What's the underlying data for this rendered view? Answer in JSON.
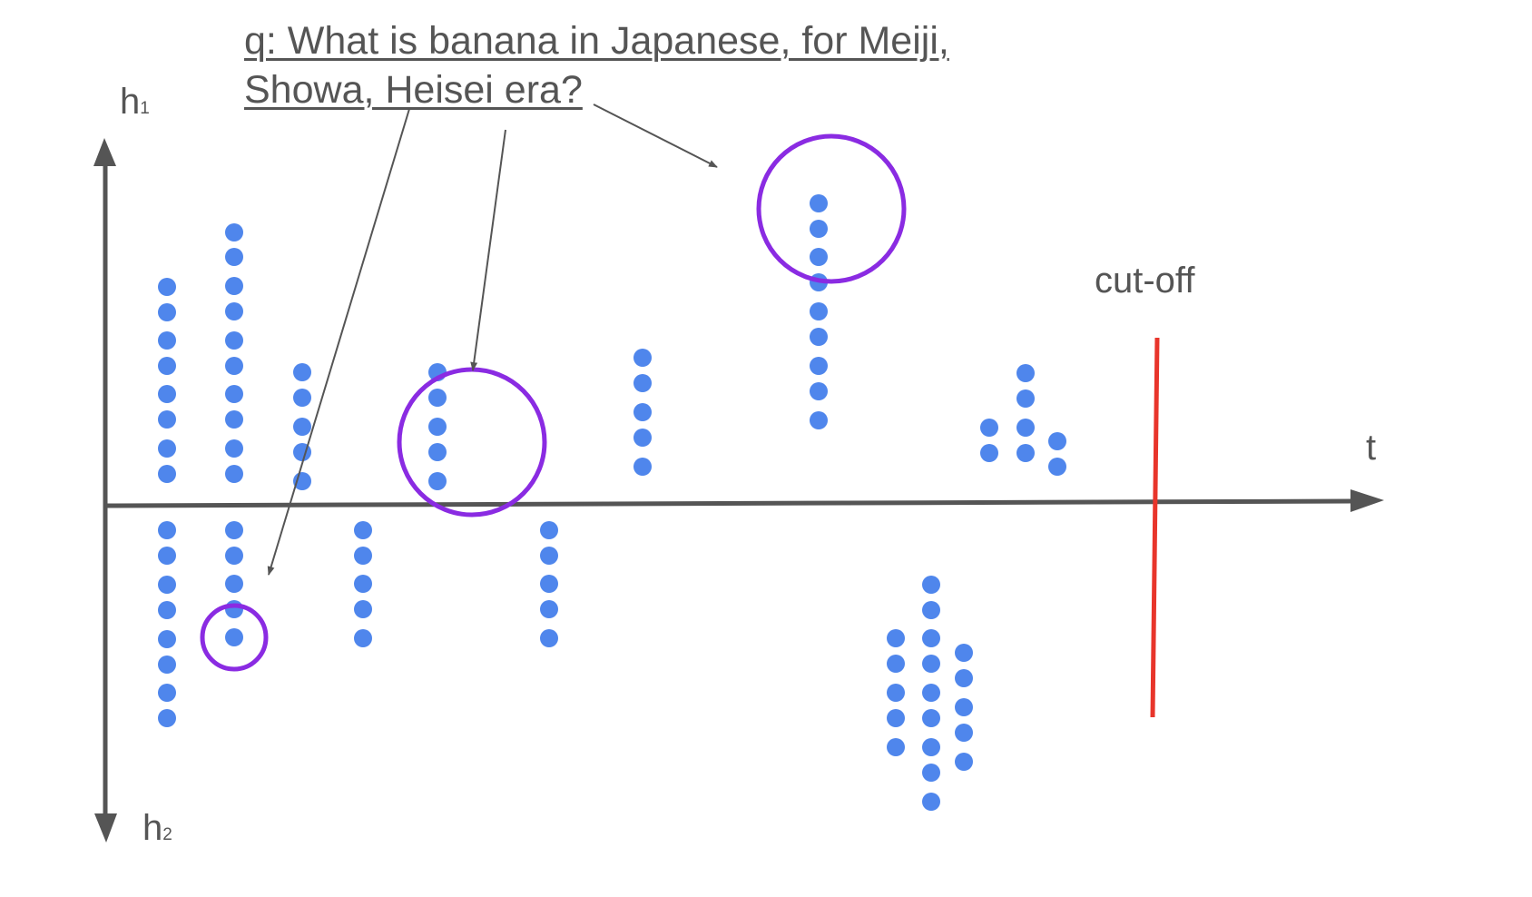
{
  "question": {
    "line1": "q: What is banana in Japanese, for Meiji,",
    "line2": "Showa, Heisei era?"
  },
  "axes": {
    "up_label": "h",
    "up_sub": "1",
    "down_label": "h",
    "down_sub": "2",
    "time_label": "t"
  },
  "cutoff_label": "cut-off",
  "colors": {
    "dot": "#4F86EC",
    "axis": "#555555",
    "highlight": "#8A2BE2",
    "cutoff": "#E8352B",
    "text": "#555555"
  },
  "clusters": [
    {
      "name": "cluster-1-up"
    },
    {
      "name": "cluster-1-down"
    },
    {
      "name": "cluster-2-up"
    },
    {
      "name": "cluster-2-down"
    },
    {
      "name": "cluster-3-up"
    },
    {
      "name": "cluster-4-down"
    },
    {
      "name": "cluster-5-up"
    },
    {
      "name": "cluster-6-down"
    },
    {
      "name": "cluster-7-up"
    },
    {
      "name": "cluster-8-up"
    },
    {
      "name": "cluster-9-down"
    },
    {
      "name": "cluster-10-up"
    }
  ],
  "highlights": [
    {
      "name": "highlight-meiji"
    },
    {
      "name": "highlight-showa"
    },
    {
      "name": "highlight-heisei"
    }
  ]
}
